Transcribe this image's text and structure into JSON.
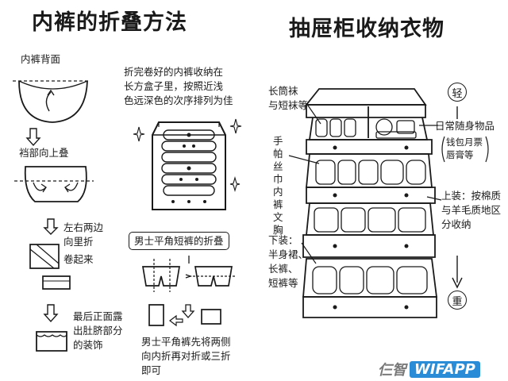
{
  "left": {
    "title": "内裤的折叠方法",
    "back_label": "内裤背面",
    "step1": "裆部向上叠",
    "step2": [
      "左右两边",
      "向里折",
      "卷起来"
    ],
    "step3": [
      "最后正面露",
      "出肚脐部分",
      "的装饰"
    ],
    "storage_note": [
      "折完卷好的内裤收纳在",
      "长方盒子里，按照近浅",
      "色远深色的次序排列为佳"
    ],
    "mens_title": "男士平角短裤的折叠",
    "mens_note": [
      "男士平角裤先将两侧",
      "向内折再对折或三折",
      "即可"
    ]
  },
  "right": {
    "title": "抽屉柜收纳衣物",
    "socks": [
      "长筒袜",
      "与短袜等"
    ],
    "accessories": "手帕丝巾内裤文胸",
    "daily": "日常随身物品",
    "daily_items": [
      "钱包月票",
      "唇膏等"
    ],
    "upper": [
      "上装：按棉质",
      "与羊毛质地区",
      "分收纳"
    ],
    "lower": [
      "下装：",
      "半身裙、",
      "长裤、",
      "短裤等"
    ],
    "light": "轻",
    "heavy": "重"
  },
  "watermark": {
    "cn": "仨智",
    "brand": "WIFAPP"
  }
}
